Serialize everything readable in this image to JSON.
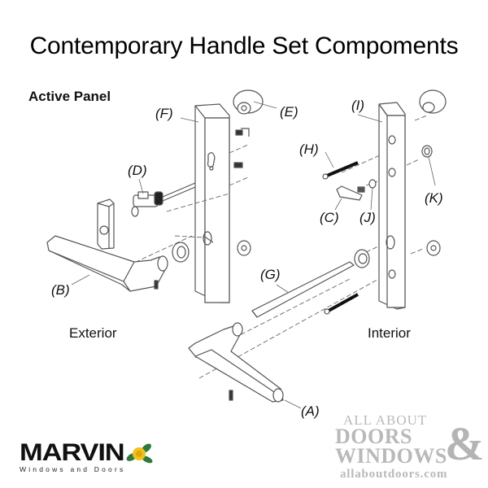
{
  "title": "Contemporary Handle Set Compoments",
  "subtitle": "Active Panel",
  "sides": {
    "exterior": "Exterior",
    "interior": "Interior"
  },
  "parts": [
    {
      "id": "A",
      "label": "(A)"
    },
    {
      "id": "B",
      "label": "(B)"
    },
    {
      "id": "C",
      "label": "(C)"
    },
    {
      "id": "D",
      "label": "(D)"
    },
    {
      "id": "E",
      "label": "(E)"
    },
    {
      "id": "F",
      "label": "(F)"
    },
    {
      "id": "G",
      "label": "(G)"
    },
    {
      "id": "H",
      "label": "(H)"
    },
    {
      "id": "I",
      "label": "(I)"
    },
    {
      "id": "J",
      "label": "(J)"
    },
    {
      "id": "K",
      "label": "(K)"
    }
  ],
  "logos": {
    "marvin": {
      "name": "MARVIN",
      "tagline": "Windows and Doors",
      "rose_color": "#f2c21b",
      "leaf_color": "#2f7a3a"
    },
    "allaboutdoors": {
      "line1": "ALL ABOUT",
      "line2": "DOORS",
      "ampersand": "&",
      "line3": "WINDOWS",
      "url": "allaboutdoors.com",
      "color": "#b9b9b9"
    }
  },
  "colors": {
    "line": "#555555",
    "text": "#111111",
    "background": "#ffffff"
  }
}
